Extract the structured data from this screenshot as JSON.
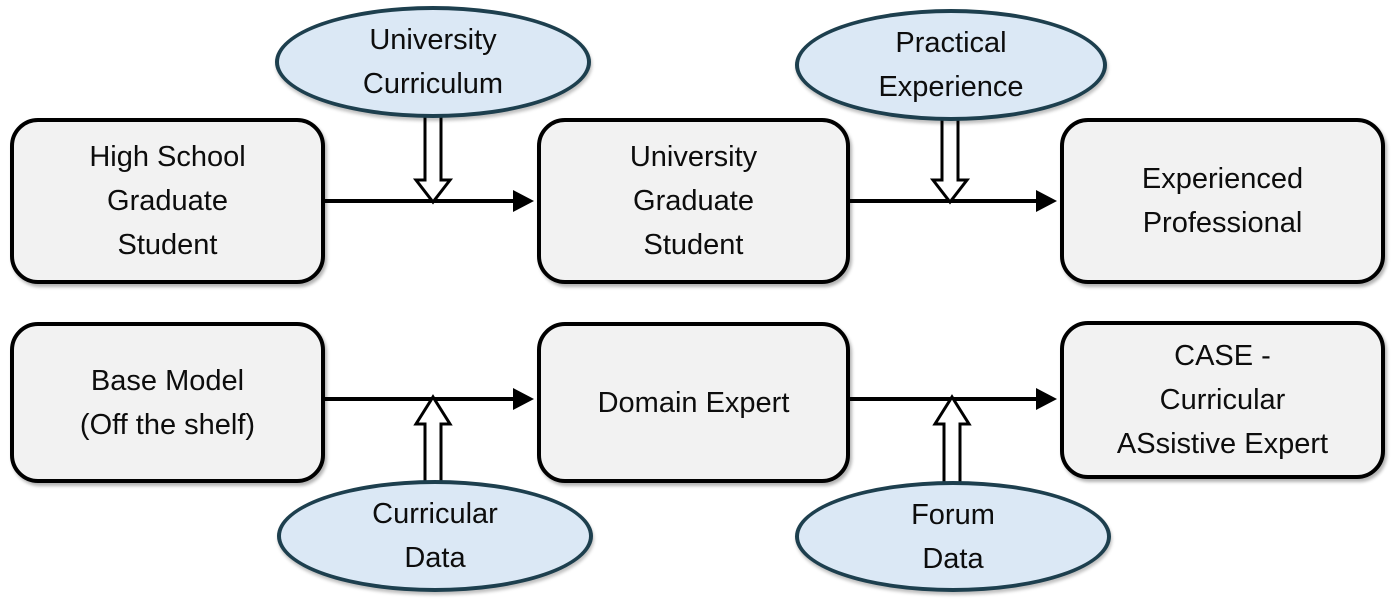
{
  "diagram": {
    "human_track": {
      "stages": [
        {
          "label": "High School\nGraduate\nStudent"
        },
        {
          "label": "University\nGraduate\nStudent"
        },
        {
          "label": "Experienced\nProfessional"
        }
      ],
      "inputs": [
        {
          "label": "University\nCurriculum"
        },
        {
          "label": "Practical\nExperience"
        }
      ]
    },
    "model_track": {
      "stages": [
        {
          "label": "Base Model\n(Off the shelf)"
        },
        {
          "label": "Domain Expert"
        },
        {
          "label": "CASE -\nCurricular\nASsistive Expert"
        }
      ],
      "inputs": [
        {
          "label": "Curricular\nData"
        },
        {
          "label": "Forum\nData"
        }
      ]
    },
    "colors": {
      "stage_fill": "#f2f2f2",
      "stage_border": "#000000",
      "input_fill": "#dbe8f5",
      "input_border": "#1d3f4e",
      "arrow": "#000000",
      "background": "#ffffff"
    }
  }
}
